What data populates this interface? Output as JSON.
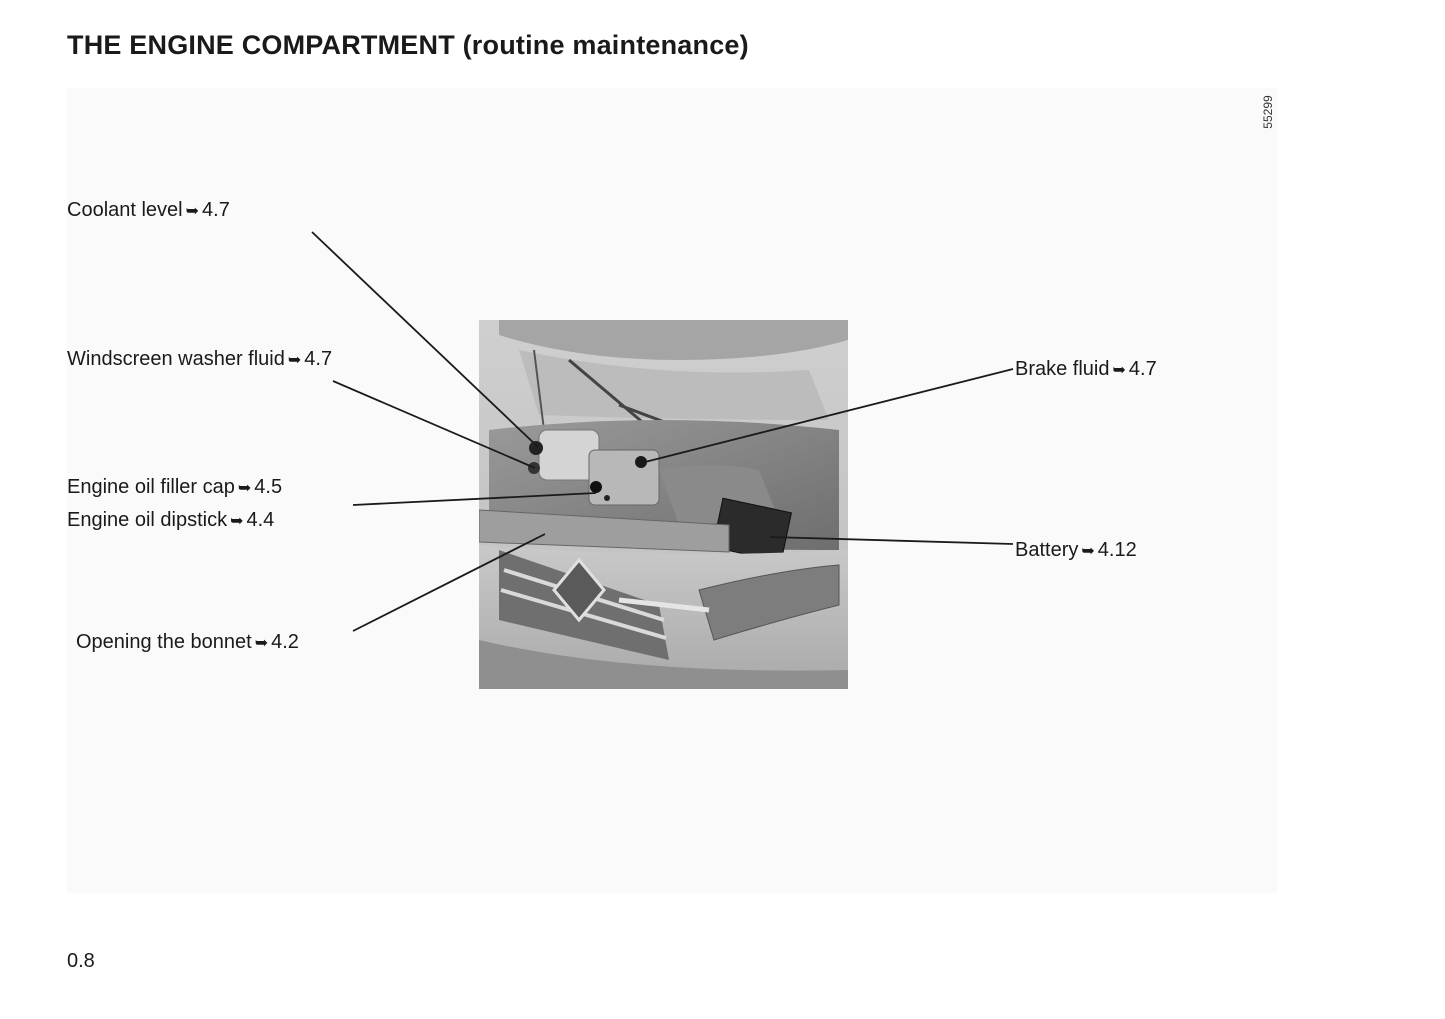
{
  "page": {
    "title": "THE ENGINE COMPARTMENT (routine maintenance)",
    "figure_ref": "55299",
    "page_number": "0.8"
  },
  "labels": {
    "coolant": {
      "text": "Coolant level",
      "ref": "4.7"
    },
    "washer": {
      "text": "Windscreen washer fluid",
      "ref": "4.7"
    },
    "oil_filler": {
      "text": "Engine oil filler cap",
      "ref": "4.5"
    },
    "oil_dipstick": {
      "text": "Engine oil dipstick",
      "ref": "4.4"
    },
    "bonnet": {
      "text": "Opening the bonnet",
      "ref": "4.2"
    },
    "brake": {
      "text": "Brake fluid",
      "ref": "4.7"
    },
    "battery": {
      "text": "Battery",
      "ref": "4.12"
    }
  },
  "icons": {
    "reference_arrow": "➥"
  }
}
